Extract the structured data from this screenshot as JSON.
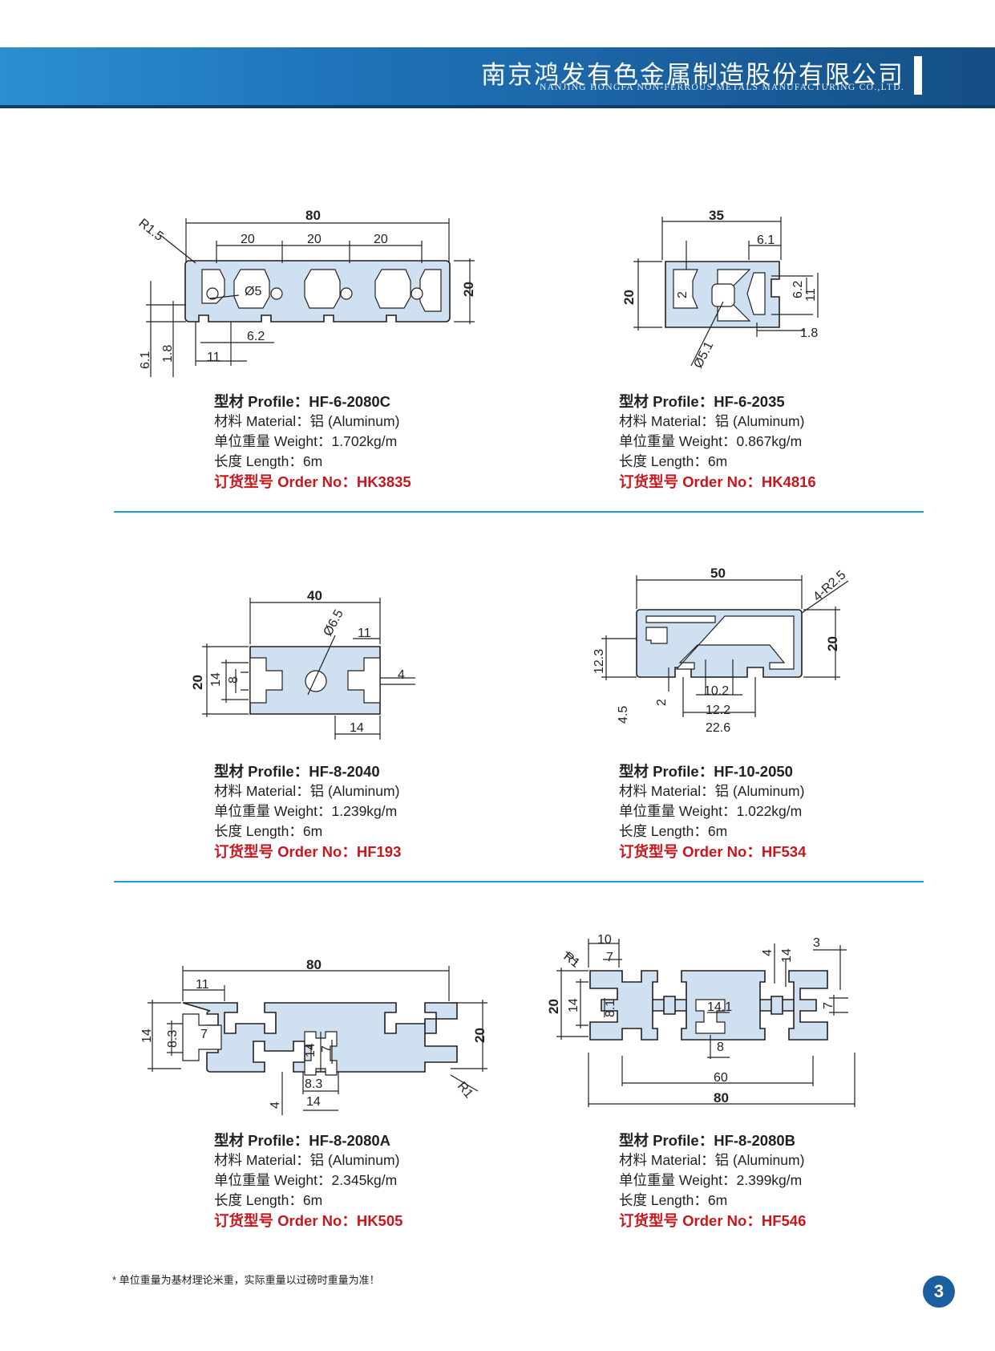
{
  "header": {
    "company_cn": "南京鸿发有色金属制造股份有限公司",
    "company_en": "NANJING HONGFA NON-FERROUS METALS MANUFACTURING CO.,LTD."
  },
  "labels": {
    "profile": "型材 Profile：",
    "material": "材料 Material：",
    "weight": "单位重量 Weight：",
    "length": "长度 Length：",
    "order": "订货型号 Order No："
  },
  "products": [
    {
      "profile": "HF-6-2080C",
      "material": "铝 (Aluminum)",
      "weight": "1.702kg/m",
      "length": "6m",
      "order_no": "HK3835",
      "dims": {
        "width": "80",
        "height": "20",
        "pitch_a": "20",
        "pitch_b": "20",
        "pitch_c": "20",
        "radius": "R1.5",
        "hole": "Ø5",
        "slot": "6.2",
        "depth_a": "6.1",
        "depth_b": "1.8",
        "opening": "11"
      }
    },
    {
      "profile": "HF-6-2035",
      "material": "铝 (Aluminum)",
      "weight": "0.867kg/m",
      "length": "6m",
      "order_no": "HK4816",
      "dims": {
        "width": "35",
        "height": "20",
        "slot": "6.1",
        "wall": "2",
        "inner_a": "6.2",
        "inner_b": "11",
        "lip": "1.8",
        "hole": "Ø5.1"
      }
    },
    {
      "profile": "HF-8-2040",
      "material": "铝 (Aluminum)",
      "weight": "1.239kg/m",
      "length": "6m",
      "order_no": "HF193",
      "dims": {
        "width": "40",
        "height": "20",
        "hole": "Ø6.5",
        "top_w": "11",
        "inner_h": "14",
        "slot_h": "8",
        "gap": "4",
        "bottom_w": "14"
      }
    },
    {
      "profile": "HF-10-2050",
      "material": "铝 (Aluminum)",
      "weight": "1.022kg/m",
      "length": "6m",
      "order_no": "HF534",
      "dims": {
        "width": "50",
        "height": "20",
        "radius": "4-R2.5",
        "depth_a": "12.3",
        "depth_b": "4.5",
        "wall": "2",
        "slot_a": "10.2",
        "slot_b": "12.2",
        "slot_c": "22.6"
      }
    },
    {
      "profile": "HF-8-2080A",
      "material": "铝 (Aluminum)",
      "weight": "2.345kg/m",
      "length": "6m",
      "order_no": "HK505",
      "dims": {
        "width": "80",
        "height": "20",
        "left": "11",
        "inner_h": "14",
        "slot": "8.3",
        "tooth": "7",
        "mid_h": "14",
        "mid_t": "7",
        "mid_w": "8.3",
        "bottom_w": "14",
        "gap": "4",
        "radius": "R1"
      }
    },
    {
      "profile": "HF-8-2080B",
      "material": "铝 (Aluminum)",
      "weight": "2.399kg/m",
      "length": "6m",
      "order_no": "HF546",
      "dims": {
        "width": "80",
        "height": "20",
        "inner": "60",
        "left_a": "10",
        "left_b": "7",
        "radius": "R1",
        "inner_h": "14",
        "slot": "8.1",
        "mid": "14.1",
        "mid_b": "8",
        "right_a": "4",
        "right_b": "14",
        "right_c": "3",
        "right_d": "7"
      }
    }
  ],
  "footnote": "* 单位重量为基材理论米重，实际重量以过磅时重量为准！",
  "page_number": "3"
}
